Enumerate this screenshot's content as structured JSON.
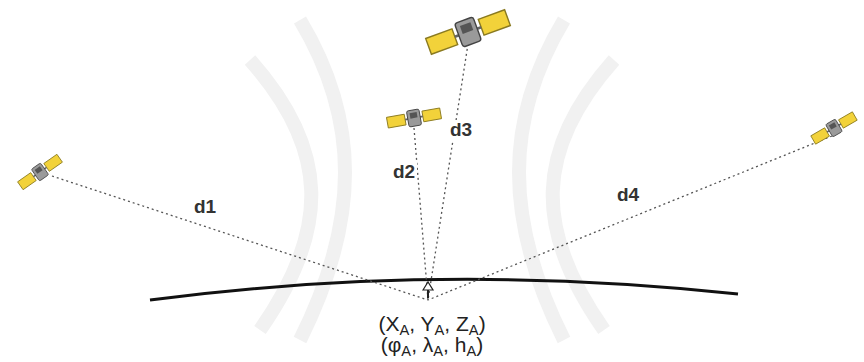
{
  "diagram": {
    "labels": [
      "d1",
      "d2",
      "d3",
      "d4",
      "(XA, YA, ZA)",
      "(φA, λA, hA)"
    ]
  }
}
